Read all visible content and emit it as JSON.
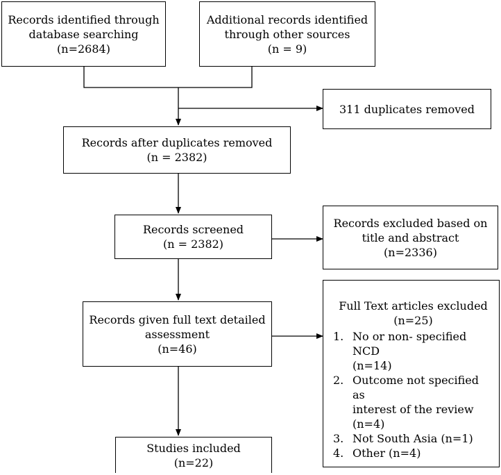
{
  "boxes": {
    "database": {
      "lines": [
        "Records identified through",
        "database searching",
        "(n=2684)"
      ]
    },
    "other": {
      "lines": [
        "Additional records identified",
        "through other sources",
        "(n = 9)"
      ]
    },
    "duplicates": {
      "lines": [
        "311 duplicates removed"
      ]
    },
    "after_dup": {
      "lines": [
        "Records after duplicates removed",
        "(n = 2382)"
      ]
    },
    "screened": {
      "lines": [
        "Records screened",
        "(n = 2382)"
      ]
    },
    "excluded_title": {
      "lines": [
        "Records excluded based on",
        "title and abstract",
        "(n=2336)"
      ]
    },
    "full_text": {
      "lines": [
        "Records given full text detailed",
        "assessment",
        "(n=46)"
      ]
    },
    "included": {
      "lines": [
        "Studies included",
        "(n=22)"
      ]
    },
    "fulltext_excluded": {
      "heading": [
        "Full Text articles excluded",
        "(n=25)"
      ],
      "items": [
        {
          "num": "1.",
          "lines": [
            "No or non- specified NCD",
            "(n=14)"
          ]
        },
        {
          "num": "2.",
          "lines": [
            "Outcome not specified as",
            "interest of the review",
            "(n=4)"
          ]
        },
        {
          "num": "3.",
          "lines": [
            "Not South Asia (n=1)"
          ]
        },
        {
          "num": "4.",
          "lines": [
            "Other (n=4)"
          ]
        }
      ]
    }
  }
}
